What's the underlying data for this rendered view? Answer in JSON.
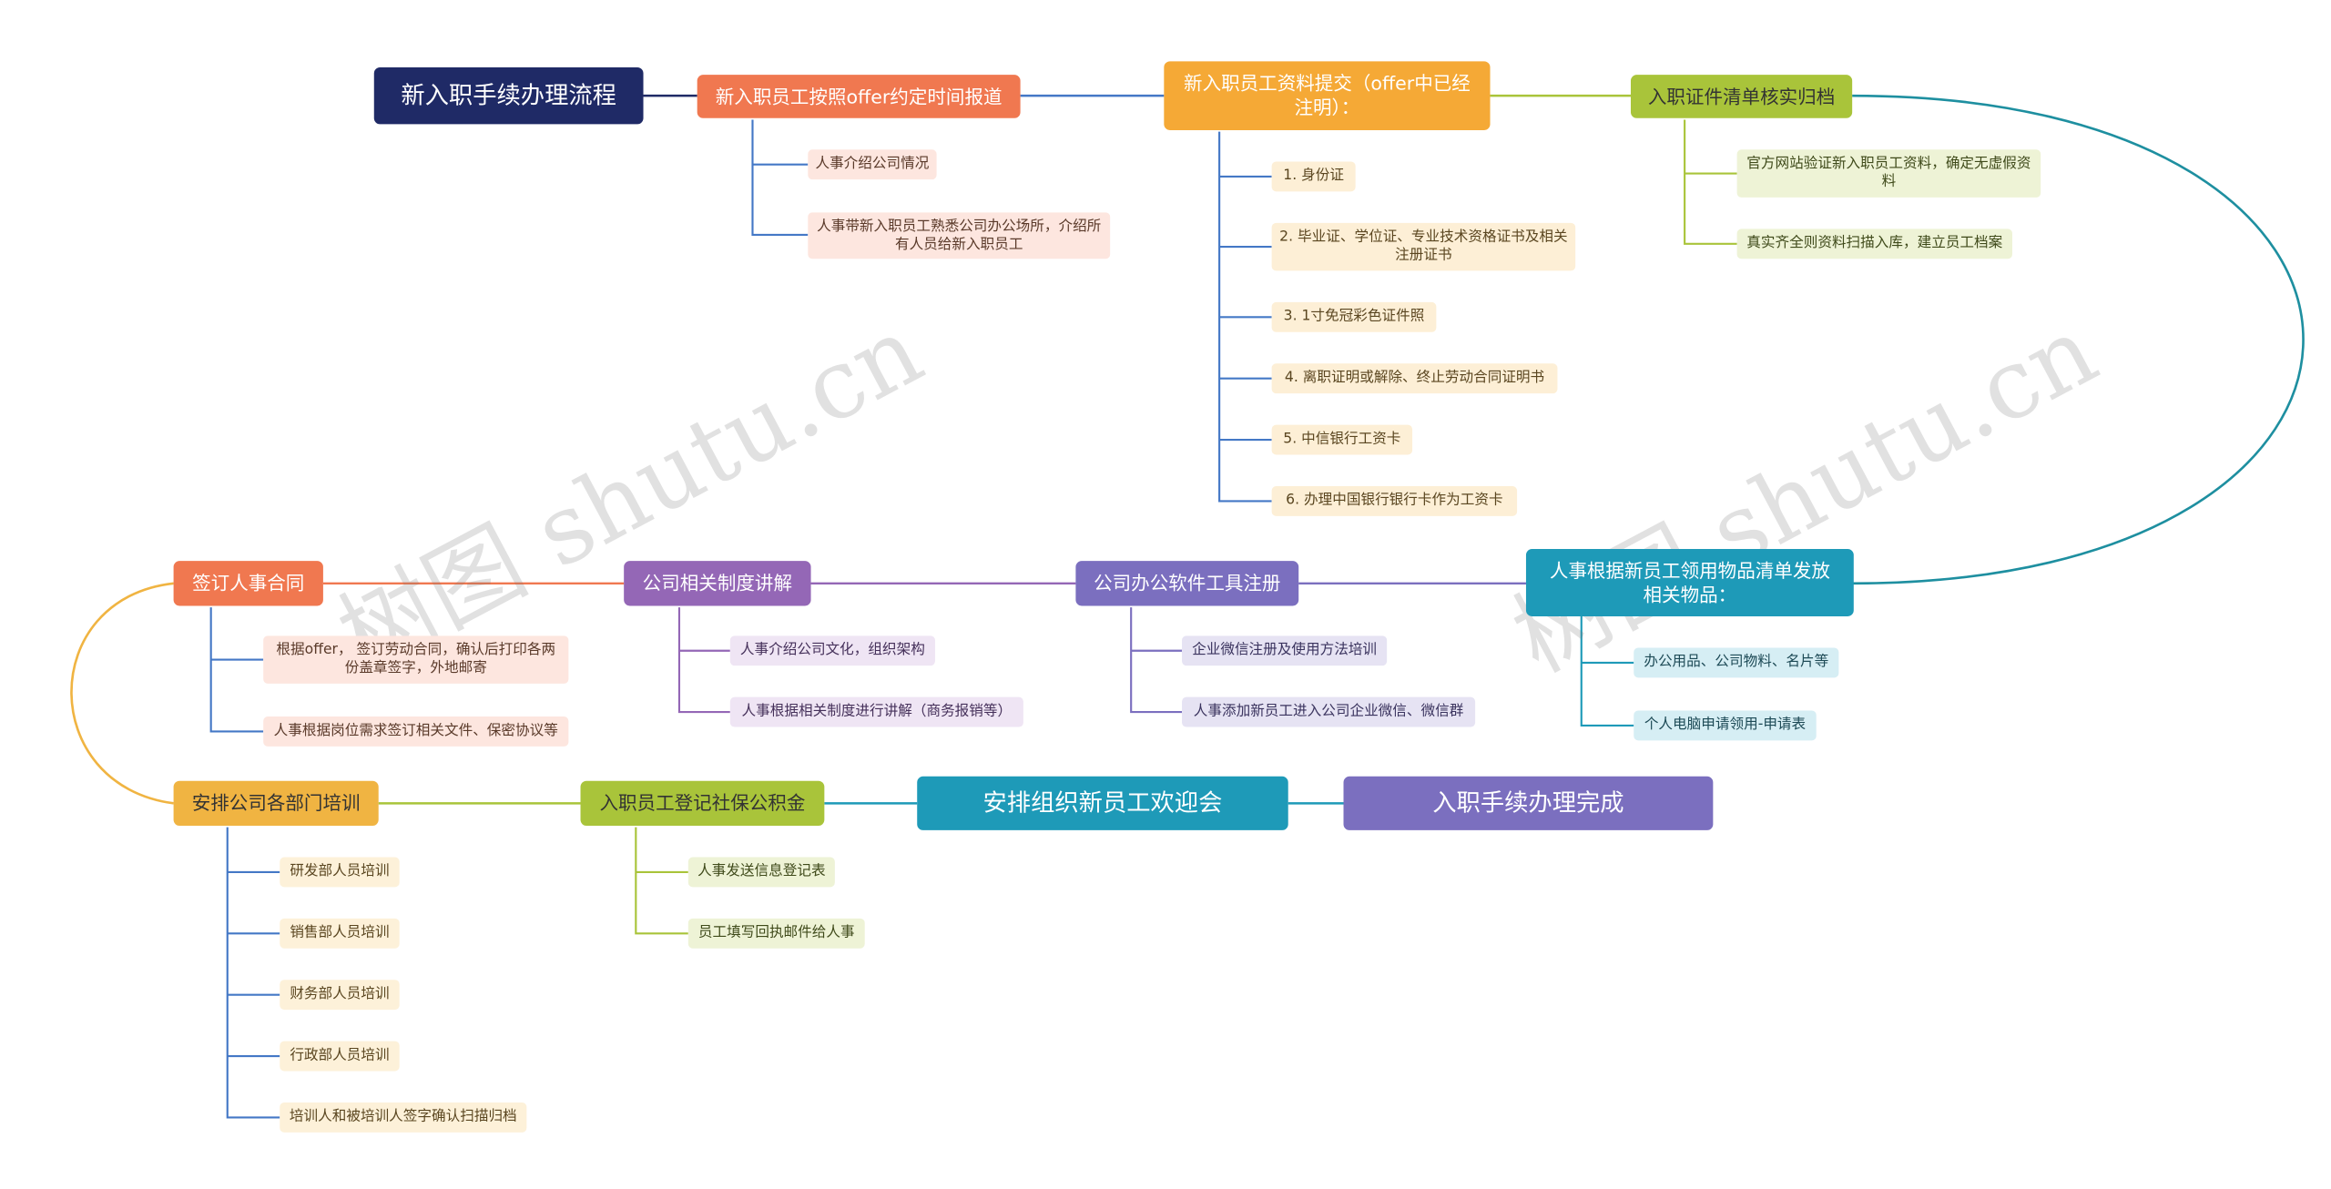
{
  "root_title": "新入职手续办理流程",
  "watermark_text": "树图 shutu.cn",
  "colors": {
    "navy": "#1f2a66",
    "orange": "#f07850",
    "amber": "#f5a936",
    "lime": "#a9c43a",
    "teal": "#1e9ab8",
    "purple": "#9467b6",
    "violet": "#7b6fbf",
    "blue": "#4478c6",
    "gold": "#f0b442"
  },
  "nodes": {
    "report": "新入职员工按照offer约定时间报道",
    "report_c1": "人事介绍公司情况",
    "report_c2": "人事带新入职员工熟悉公司办公场所，介绍所有人员给新入职员工",
    "submit": "新入职员工资料提交（offer中已经注明）：",
    "submit_c1": "1.  身份证",
    "submit_c2": "2.  毕业证、学位证、专业技术资格证书及相关注册证书",
    "submit_c3": "3.  1寸免冠彩色证件照",
    "submit_c4": "4.  离职证明或解除、终止劳动合同证明书",
    "submit_c5": "5.  中信银行工资卡",
    "submit_c6": "6.  办理中国银行银行卡作为工资卡",
    "verify": "入职证件清单核实归档",
    "verify_c1": "官方网站验证新入职员工资料，确定无虚假资料",
    "verify_c2": "真实齐全则资料扫描入库，建立员工档案",
    "items": "人事根据新员工领用物品清单发放相关物品：",
    "items_c1": "办公用品、公司物料、名片等",
    "items_c2": "个人电脑申请领用-申请表",
    "software": "公司办公软件工具注册",
    "software_c1": "企业微信注册及使用方法培训",
    "software_c2": "人事添加新员工进入公司企业微信、微信群",
    "policy": "公司相关制度讲解",
    "policy_c1": "人事介绍公司文化，组织架构",
    "policy_c2": "人事根据相关制度进行讲解（商务报销等）",
    "contract": "签订人事合同",
    "contract_c1": "根据offer， 签订劳动合同，确认后打印各两份盖章签字，外地邮寄",
    "contract_c2": "人事根据岗位需求签订相关文件、保密协议等",
    "training": "安排公司各部门培训",
    "training_c1": "研发部人员培训",
    "training_c2": "销售部人员培训",
    "training_c3": "财务部人员培训",
    "training_c4": "行政部人员培训",
    "training_c5": "培训人和被培训人签字确认扫描归档",
    "social": "入职员工登记社保公积金",
    "social_c1": "人事发送信息登记表",
    "social_c2": "员工填写回执邮件给人事",
    "welcome": "安排组织新员工欢迎会",
    "done": "入职手续办理完成"
  }
}
